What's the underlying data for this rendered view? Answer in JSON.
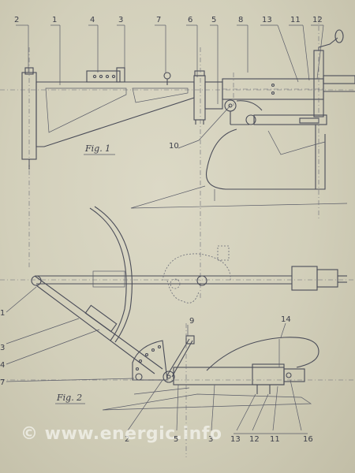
{
  "fig1": {
    "title": "Fig. 1",
    "callouts": [
      "2",
      "1",
      "4",
      "3",
      "7",
      "6",
      "5",
      "8",
      "13",
      "11",
      "12",
      "10"
    ]
  },
  "fig2": {
    "title": "Fig. 2",
    "left_callouts": [
      "1",
      "3",
      "4",
      "7"
    ],
    "top_callouts": [
      "9",
      "14"
    ],
    "bottom_callouts": [
      "2",
      "5",
      "3",
      "13",
      "12",
      "11",
      "16"
    ]
  },
  "watermark": {
    "text": "© www.energic.info",
    "color": "#f5f5f0"
  }
}
